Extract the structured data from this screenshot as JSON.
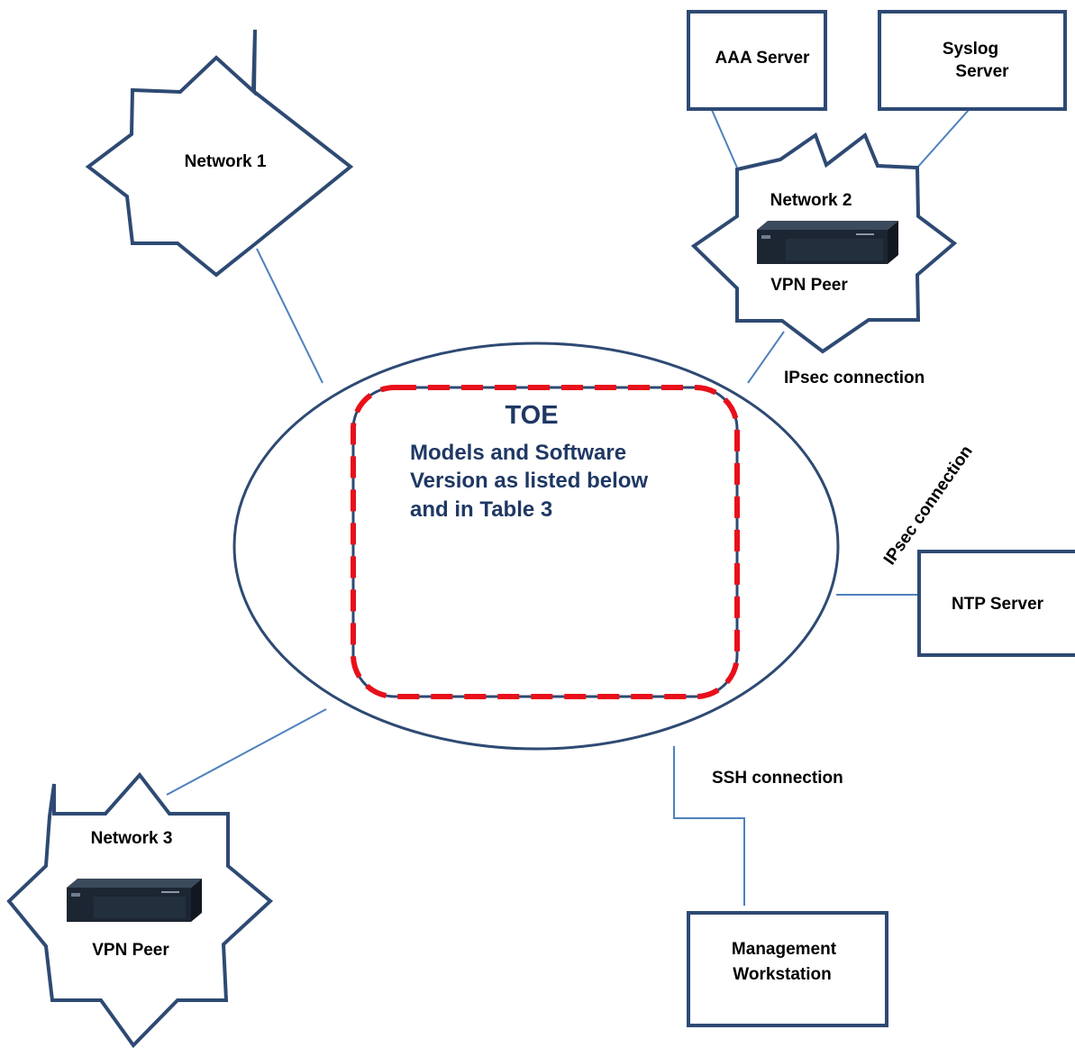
{
  "nodes": {
    "network1": {
      "label": "Network 1"
    },
    "network2": {
      "label": "Network 2",
      "device_label": "VPN Peer"
    },
    "network3": {
      "label": "Network 3",
      "device_label": "VPN Peer"
    },
    "aaa_server": {
      "label": "AAA Server"
    },
    "syslog_server": {
      "label_line1": "Syslog",
      "label_line2": "Server"
    },
    "ntp_server": {
      "label": "NTP Server"
    },
    "management_workstation": {
      "label_line1": "Management",
      "label_line2": "Workstation"
    },
    "toe": {
      "title": "TOE",
      "desc_line1": "Models and Software",
      "desc_line2": "Version as listed below",
      "desc_line3": "and in Table 3"
    }
  },
  "connections": {
    "ipsec_network2": "IPsec connection",
    "ipsec_ntp": "IPsec connection",
    "ssh_mgmt": "SSH connection"
  },
  "colors": {
    "outline": "#2e4a73",
    "link": "#4f81bd",
    "toe_dash": "#e8101a",
    "toe_text": "#1f3864"
  }
}
